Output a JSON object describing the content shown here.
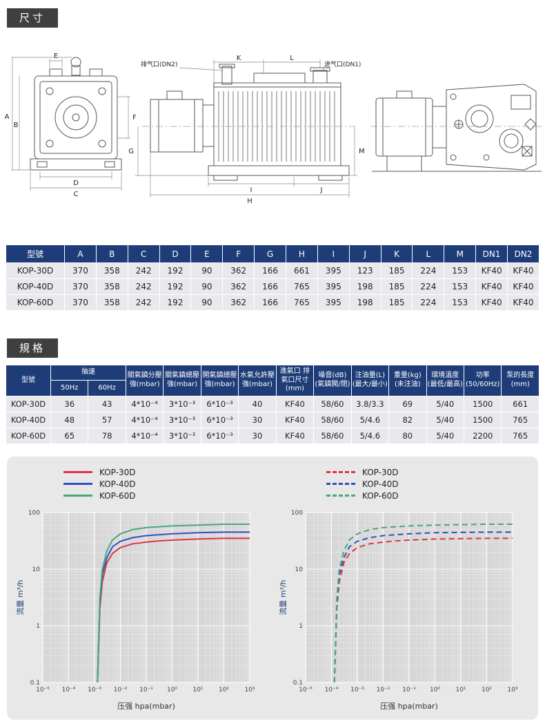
{
  "sections": {
    "dimensions_title": "尺寸",
    "specs_title": "規格"
  },
  "drawing": {
    "labels": {
      "A": "A",
      "B": "B",
      "C": "C",
      "D": "D",
      "E": "E",
      "F": "F",
      "G": "G",
      "H": "H",
      "I": "I",
      "J": "J",
      "K": "K",
      "L": "L",
      "M": "M"
    },
    "annotations": {
      "exhaust": "排气口(DN2)",
      "intake": "进气口(DN1)"
    }
  },
  "dim_table": {
    "headers": [
      "型號",
      "A",
      "B",
      "C",
      "D",
      "E",
      "F",
      "G",
      "H",
      "I",
      "J",
      "K",
      "L",
      "M",
      "DN1",
      "DN2"
    ],
    "rows": [
      [
        "KOP-30D",
        "370",
        "358",
        "242",
        "192",
        "90",
        "362",
        "166",
        "661",
        "395",
        "123",
        "185",
        "224",
        "153",
        "KF40",
        "KF40"
      ],
      [
        "KOP-40D",
        "370",
        "358",
        "242",
        "192",
        "90",
        "362",
        "166",
        "765",
        "395",
        "198",
        "185",
        "224",
        "153",
        "KF40",
        "KF40"
      ],
      [
        "KOP-60D",
        "370",
        "358",
        "242",
        "192",
        "90",
        "362",
        "166",
        "765",
        "395",
        "198",
        "185",
        "224",
        "153",
        "KF40",
        "KF40"
      ]
    ]
  },
  "spec_table": {
    "model_header": "型號",
    "speed_header": "抽速",
    "speed_sub": [
      "50Hz",
      "60Hz"
    ],
    "other_headers": [
      "關氣鎮分壓強(mbar)",
      "關氣鎮總壓強(mbar)",
      "開氣鎮總壓強(mbar)",
      "水氣允許壓強(mbar)",
      "進氣口 排氣口尺寸(mm)",
      "噪音(dB)(氣鎮開/閉)",
      "注油量(L)(最大/最小)",
      "重量(kg)(未注油)",
      "環境溫度(最低/最高)",
      "功率(50/60Hz)",
      "泵的長度(mm)"
    ],
    "rows": [
      [
        "KOP-30D",
        "36",
        "43",
        "4*10⁻⁴",
        "3*10⁻³",
        "6*10⁻³",
        "40",
        "KF40",
        "58/60",
        "3.8/3.3",
        "69",
        "5/40",
        "1500",
        "661"
      ],
      [
        "KOP-40D",
        "48",
        "57",
        "4*10⁻⁴",
        "3*10⁻³",
        "6*10⁻³",
        "30",
        "KF40",
        "58/60",
        "5/4.6",
        "82",
        "5/40",
        "1500",
        "765"
      ],
      [
        "KOP-60D",
        "65",
        "78",
        "4*10⁻⁴",
        "3*10⁻³",
        "6*10⁻³",
        "30",
        "KF40",
        "58/60",
        "5/4.6",
        "80",
        "5/40",
        "2200",
        "765"
      ]
    ]
  },
  "chart_data": [
    {
      "type": "line",
      "line_style": "solid",
      "xlabel": "压强 hpa(mbar)",
      "ylabel": "流量 m³/h",
      "xlog_range": [
        -5,
        3
      ],
      "ylog_range": [
        -1,
        2
      ],
      "x_tick_labels": [
        "10⁻⁵",
        "10⁻⁴",
        "10⁻³",
        "10⁻²",
        "10⁻¹",
        "10⁰",
        "10¹",
        "10²",
        "10³"
      ],
      "y_tick_labels": [
        "0.1",
        "1",
        "10",
        "100"
      ],
      "grid": true,
      "legend_position": "top-left",
      "series": [
        {
          "name": "KOP-30D",
          "color": "#e03345",
          "points": [
            [
              0.0013,
              0.1
            ],
            [
              0.0016,
              2
            ],
            [
              0.002,
              6
            ],
            [
              0.003,
              13
            ],
            [
              0.005,
              19
            ],
            [
              0.01,
              24
            ],
            [
              0.03,
              28
            ],
            [
              0.1,
              30
            ],
            [
              0.3,
              31.5
            ],
            [
              1,
              32.5
            ],
            [
              10,
              34
            ],
            [
              100,
              35
            ],
            [
              1000,
              35
            ]
          ]
        },
        {
          "name": "KOP-40D",
          "color": "#2e4fc0",
          "points": [
            [
              0.0013,
              0.1
            ],
            [
              0.0016,
              2.5
            ],
            [
              0.002,
              8
            ],
            [
              0.003,
              16
            ],
            [
              0.005,
              25
            ],
            [
              0.01,
              31
            ],
            [
              0.03,
              36
            ],
            [
              0.1,
              39
            ],
            [
              0.3,
              40.5
            ],
            [
              1,
              42
            ],
            [
              10,
              44
            ],
            [
              100,
              45
            ],
            [
              1000,
              45
            ]
          ]
        },
        {
          "name": "KOP-60D",
          "color": "#44a877",
          "points": [
            [
              0.0013,
              0.1
            ],
            [
              0.0016,
              3
            ],
            [
              0.002,
              10
            ],
            [
              0.003,
              21
            ],
            [
              0.005,
              33
            ],
            [
              0.01,
              42
            ],
            [
              0.03,
              50
            ],
            [
              0.1,
              54
            ],
            [
              0.3,
              56
            ],
            [
              1,
              58
            ],
            [
              10,
              60
            ],
            [
              100,
              62
            ],
            [
              1000,
              62
            ]
          ]
        }
      ]
    },
    {
      "type": "line",
      "line_style": "dashed",
      "xlabel": "压强 hpa(mbar)",
      "ylabel": "流量 m³/h",
      "xlog_range": [
        -5,
        3
      ],
      "ylog_range": [
        -1,
        2
      ],
      "x_tick_labels": [
        "10⁻⁵",
        "10⁻⁴",
        "10⁻³",
        "10⁻²",
        "10⁻¹",
        "10⁰",
        "10¹",
        "10²",
        "10³"
      ],
      "y_tick_labels": [
        "0.1",
        "1",
        "10",
        "100"
      ],
      "grid": true,
      "legend_position": "top-left",
      "series": [
        {
          "name": "KOP-30D",
          "color": "#e03345",
          "points": [
            [
              0.00013,
              0.1
            ],
            [
              0.00016,
              2
            ],
            [
              0.0002,
              6
            ],
            [
              0.0003,
              13
            ],
            [
              0.0005,
              19
            ],
            [
              0.001,
              24
            ],
            [
              0.003,
              28
            ],
            [
              0.01,
              30
            ],
            [
              0.03,
              31.5
            ],
            [
              0.1,
              32.5
            ],
            [
              1,
              34
            ],
            [
              10,
              34.5
            ],
            [
              100,
              35
            ],
            [
              1000,
              35
            ]
          ]
        },
        {
          "name": "KOP-40D",
          "color": "#2e4fc0",
          "points": [
            [
              0.00013,
              0.1
            ],
            [
              0.00016,
              2.5
            ],
            [
              0.0002,
              8
            ],
            [
              0.0003,
              16
            ],
            [
              0.0005,
              25
            ],
            [
              0.001,
              31
            ],
            [
              0.003,
              36
            ],
            [
              0.01,
              39
            ],
            [
              0.03,
              40.5
            ],
            [
              0.1,
              42
            ],
            [
              1,
              44
            ],
            [
              10,
              44.5
            ],
            [
              100,
              45
            ],
            [
              1000,
              45
            ]
          ]
        },
        {
          "name": "KOP-60D",
          "color": "#44a877",
          "points": [
            [
              0.00013,
              0.1
            ],
            [
              0.00016,
              3
            ],
            [
              0.0002,
              10
            ],
            [
              0.0003,
              21
            ],
            [
              0.0005,
              33
            ],
            [
              0.001,
              42
            ],
            [
              0.003,
              50
            ],
            [
              0.01,
              54
            ],
            [
              0.03,
              56
            ],
            [
              0.1,
              58
            ],
            [
              1,
              60
            ],
            [
              10,
              61
            ],
            [
              100,
              62
            ],
            [
              1000,
              62
            ]
          ]
        }
      ]
    }
  ]
}
